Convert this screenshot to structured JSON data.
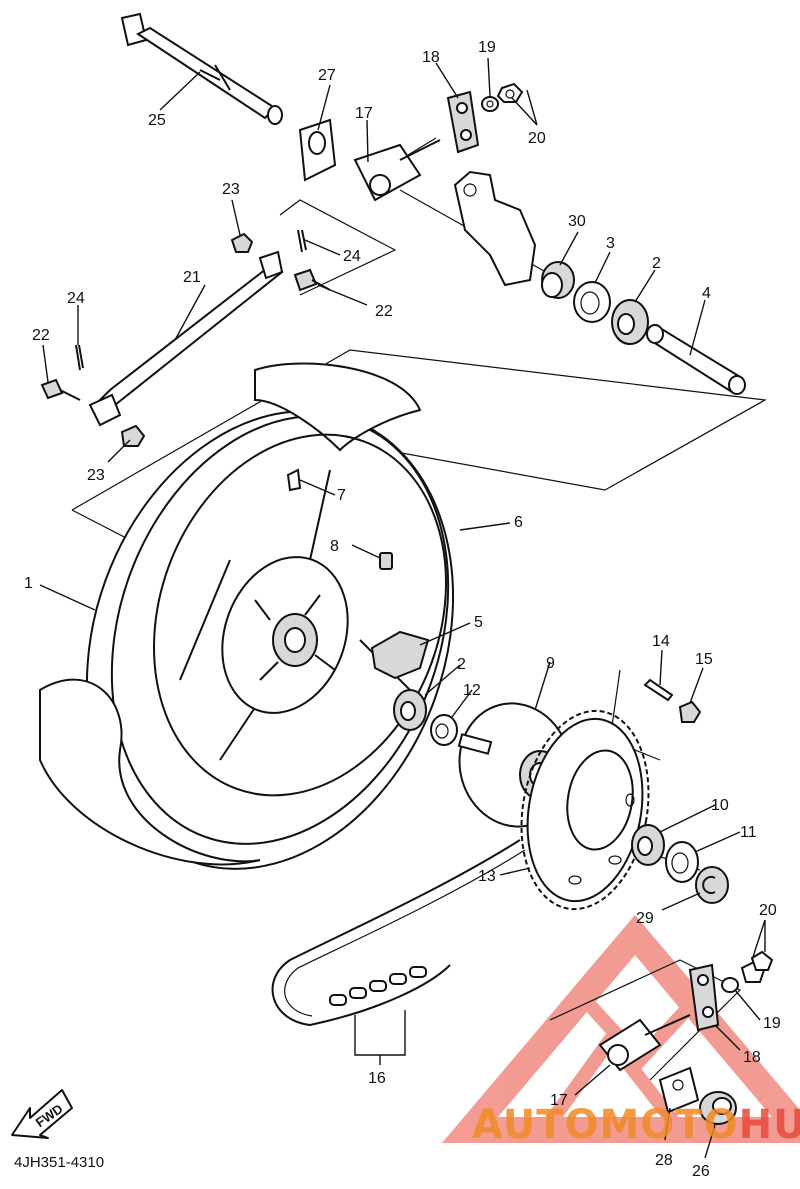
{
  "diagram": {
    "code": "4JH351-4310",
    "fwd_label": "FWD",
    "watermark": {
      "part1": "AUTOMOTO",
      "part2": "HUB",
      "color_primary": "#f08a24",
      "color_secondary": "#e84a3c"
    },
    "callouts": [
      {
        "id": "c1",
        "text": "1"
      },
      {
        "id": "c2a",
        "text": "2"
      },
      {
        "id": "c2b",
        "text": "2"
      },
      {
        "id": "c3",
        "text": "3"
      },
      {
        "id": "c4",
        "text": "4"
      },
      {
        "id": "c5",
        "text": "5"
      },
      {
        "id": "c6",
        "text": "6"
      },
      {
        "id": "c7",
        "text": "7"
      },
      {
        "id": "c8",
        "text": "8"
      },
      {
        "id": "c9",
        "text": "9"
      },
      {
        "id": "c10",
        "text": "10"
      },
      {
        "id": "c11",
        "text": "11"
      },
      {
        "id": "c12",
        "text": "12"
      },
      {
        "id": "c13",
        "text": "13"
      },
      {
        "id": "c14",
        "text": "14"
      },
      {
        "id": "c15",
        "text": "15"
      },
      {
        "id": "c16",
        "text": "16"
      },
      {
        "id": "c17a",
        "text": "17"
      },
      {
        "id": "c17b",
        "text": "17"
      },
      {
        "id": "c18a",
        "text": "18"
      },
      {
        "id": "c18b",
        "text": "18"
      },
      {
        "id": "c19a",
        "text": "19"
      },
      {
        "id": "c19b",
        "text": "19"
      },
      {
        "id": "c20a",
        "text": "20"
      },
      {
        "id": "c20b",
        "text": "20"
      },
      {
        "id": "c21",
        "text": "21"
      },
      {
        "id": "c22a",
        "text": "22"
      },
      {
        "id": "c22b",
        "text": "22"
      },
      {
        "id": "c23a",
        "text": "23"
      },
      {
        "id": "c23b",
        "text": "23"
      },
      {
        "id": "c24a",
        "text": "24"
      },
      {
        "id": "c24b",
        "text": "24"
      },
      {
        "id": "c25",
        "text": "25"
      },
      {
        "id": "c26",
        "text": "26"
      },
      {
        "id": "c27",
        "text": "27"
      },
      {
        "id": "c28",
        "text": "28"
      },
      {
        "id": "c29",
        "text": "29"
      },
      {
        "id": "c30",
        "text": "30"
      }
    ]
  }
}
